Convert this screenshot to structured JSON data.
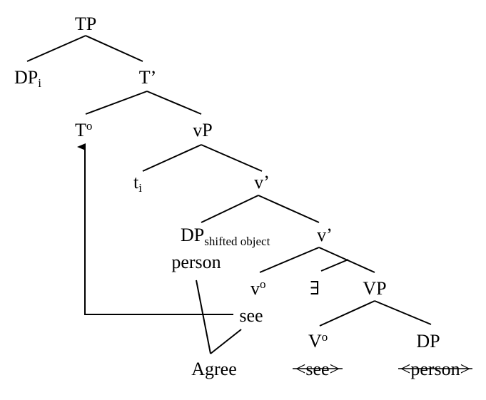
{
  "nodes": {
    "tp": "TP",
    "dp_i": {
      "base": "DP",
      "sub": "i"
    },
    "t_bar": "T’",
    "t_head": {
      "base": "T",
      "sup": "o"
    },
    "vp_little": "vP",
    "trace": {
      "base": "t",
      "sub": "i"
    },
    "v_bar_upper": "v’",
    "dp_shifted": {
      "base": "DP",
      "sub": "shifted object"
    },
    "person": "person",
    "v_bar_lower": "v’",
    "v_head": {
      "base": "v",
      "sup": "o"
    },
    "exists": "∃",
    "vp_big": "VP",
    "see": "see",
    "v_big_head": {
      "base": "V",
      "sup": "o"
    },
    "dp_object": "DP",
    "see_copy": "<see>",
    "person_copy": "<person>",
    "agree": "Agree"
  }
}
